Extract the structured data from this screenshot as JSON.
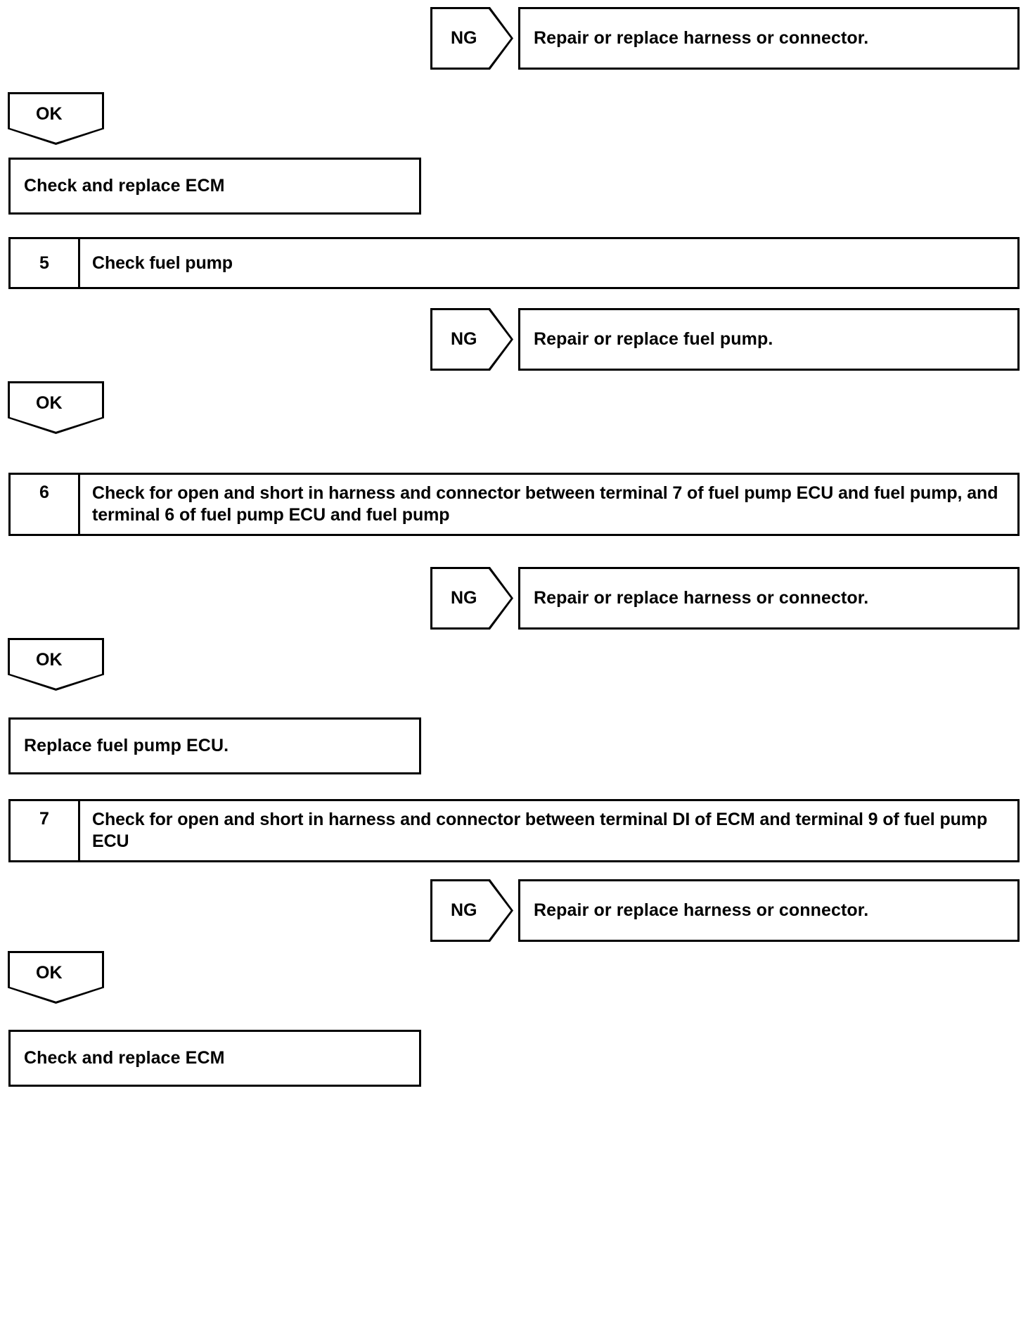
{
  "diagram": {
    "type": "troubleshooting-flowchart",
    "nodes": [
      {
        "id": "ng-1",
        "kind": "branch-tag",
        "label": "NG",
        "result_text": "Repair or replace harness or connector."
      },
      {
        "id": "ok-1",
        "kind": "branch-tag",
        "label": "OK"
      },
      {
        "id": "action-1",
        "kind": "action-box",
        "text": "Check and replace ECM"
      },
      {
        "id": "step-5",
        "kind": "numbered-step",
        "number": "5",
        "text": "Check fuel pump"
      },
      {
        "id": "ng-2",
        "kind": "branch-tag",
        "label": "NG",
        "result_text": "Repair or replace fuel pump."
      },
      {
        "id": "ok-2",
        "kind": "branch-tag",
        "label": "OK"
      },
      {
        "id": "step-6",
        "kind": "numbered-step",
        "number": "6",
        "text": "Check for open and short in harness and connector between terminal 7 of fuel pump ECU and fuel pump, and terminal 6 of fuel pump ECU and fuel pump"
      },
      {
        "id": "ng-3",
        "kind": "branch-tag",
        "label": "NG",
        "result_text": "Repair or replace harness or connector."
      },
      {
        "id": "ok-3",
        "kind": "branch-tag",
        "label": "OK"
      },
      {
        "id": "action-2",
        "kind": "action-box",
        "text": "Replace fuel pump ECU."
      },
      {
        "id": "step-7",
        "kind": "numbered-step",
        "number": "7",
        "text": "Check for open and short in harness and connector between terminal DI of ECM and terminal 9 of fuel pump ECU"
      },
      {
        "id": "ng-4",
        "kind": "branch-tag",
        "label": "NG",
        "result_text": "Repair or replace harness or connector."
      },
      {
        "id": "ok-4",
        "kind": "branch-tag",
        "label": "OK"
      },
      {
        "id": "action-3",
        "kind": "action-box",
        "text": "Check and replace ECM"
      }
    ],
    "colors": {
      "line": "#000000",
      "background": "#ffffff",
      "text": "#000000"
    }
  }
}
